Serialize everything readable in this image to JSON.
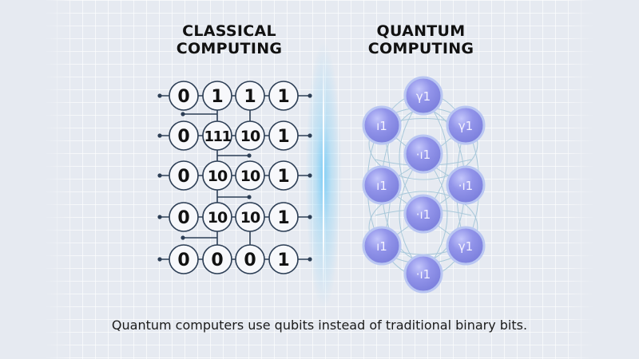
{
  "left_title": {
    "line1": "CLASSICAL",
    "line2": "COMPUTING"
  },
  "right_title": {
    "line1": "QUANTUM",
    "line2": "COMPUTING"
  },
  "classical_grid": {
    "rows": [
      [
        "0",
        "1",
        "1",
        "1"
      ],
      [
        "0",
        "111",
        "10",
        "1"
      ],
      [
        "0",
        "10",
        "10",
        "1"
      ],
      [
        "0",
        "10",
        "10",
        "1"
      ],
      [
        "0",
        "0",
        "0",
        "1"
      ]
    ]
  },
  "qubits": [
    {
      "label": "γ1"
    },
    {
      "label": "ı1"
    },
    {
      "label": "γ1"
    },
    {
      "label": "·ı1"
    },
    {
      "label": "ı1"
    },
    {
      "label": "·ı1"
    },
    {
      "label": "·ı1"
    },
    {
      "label": "ı1"
    },
    {
      "label": "γ1"
    },
    {
      "label": "·ı1"
    }
  ],
  "caption": "Quantum computers use qubits instead of traditional binary bits.",
  "colors": {
    "background": "#e6eaf1",
    "wire": "#2c3e55",
    "bit_fill": "#f7f8fb",
    "qubit_fill": "#8f8fe6",
    "qubit_edge": "#b9c6f2",
    "divider_glow": "#6ec8f5"
  }
}
